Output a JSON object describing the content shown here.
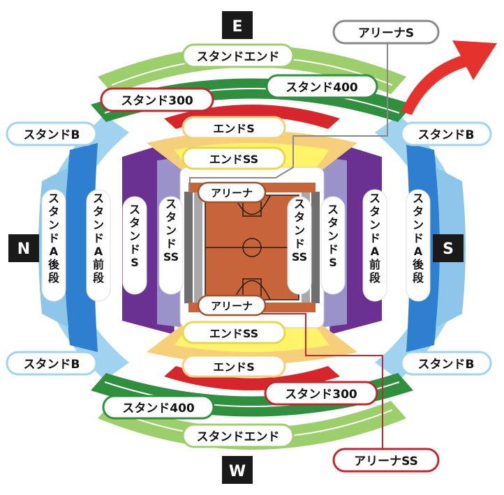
{
  "compass": {
    "north": "N",
    "south": "S",
    "east": "E",
    "west": "W"
  },
  "seats": {
    "stand_end": "スタンドエンド",
    "stand_400": "スタンド400",
    "stand_300": "スタンド300",
    "stand_b": "スタンドB",
    "end_s": "エンドS",
    "end_ss": "エンドSS",
    "arena": "アリーナ",
    "arena_s": "アリーナS",
    "arena_ss": "アリーナSS",
    "stand_a_rear": "スタンドA後段",
    "stand_a_front": "スタンドA前段",
    "stand_s": "スタンドS",
    "stand_ss": "スタンドSS"
  },
  "colors": {
    "stand_end": "#9ccf6c",
    "stand_400": "#2f8f3e",
    "stand_300": "#d7262b",
    "stand_b_light": "#9fd3ef",
    "stand_a_front": "#2f7fd1",
    "stand_s": "#6a3192",
    "stand_ss": "#9a92c8",
    "end_s": "#f6cf7a",
    "end_ss": "#fff36a",
    "court": "#c8643a",
    "arrow": "#e5322d"
  }
}
